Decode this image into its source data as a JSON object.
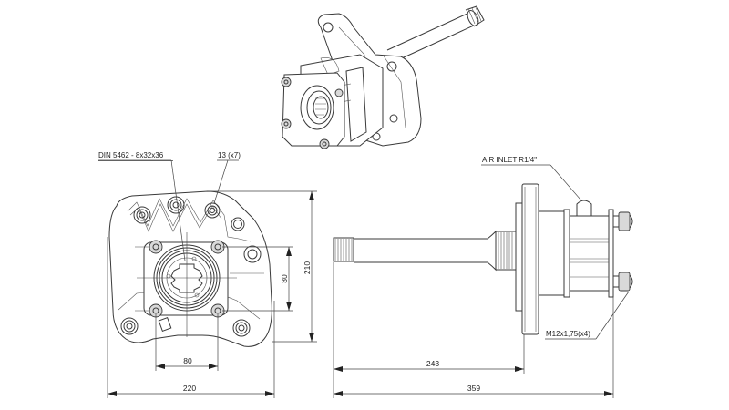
{
  "drawing": {
    "title": "PTO gearbox technical drawing",
    "views": [
      "isometric-view",
      "front-view",
      "side-view"
    ],
    "annotations": {
      "spline_spec": "DIN 5462 - 8x32x36",
      "hole_spec": "13 (x7)",
      "air_inlet": "AIR INLET R1/4\"",
      "bolt_spec": "M12x1,75(x4)"
    },
    "dimensions": {
      "front_bolt_spacing_horizontal": "80",
      "front_bolt_spacing_vertical": "80",
      "front_height": "210",
      "front_width": "220",
      "side_shaft_to_flange": "243",
      "side_overall_length": "359"
    },
    "colors": {
      "line": "#3a3a3a",
      "nut_fill": "#d9d9d9",
      "background": "#ffffff"
    }
  }
}
